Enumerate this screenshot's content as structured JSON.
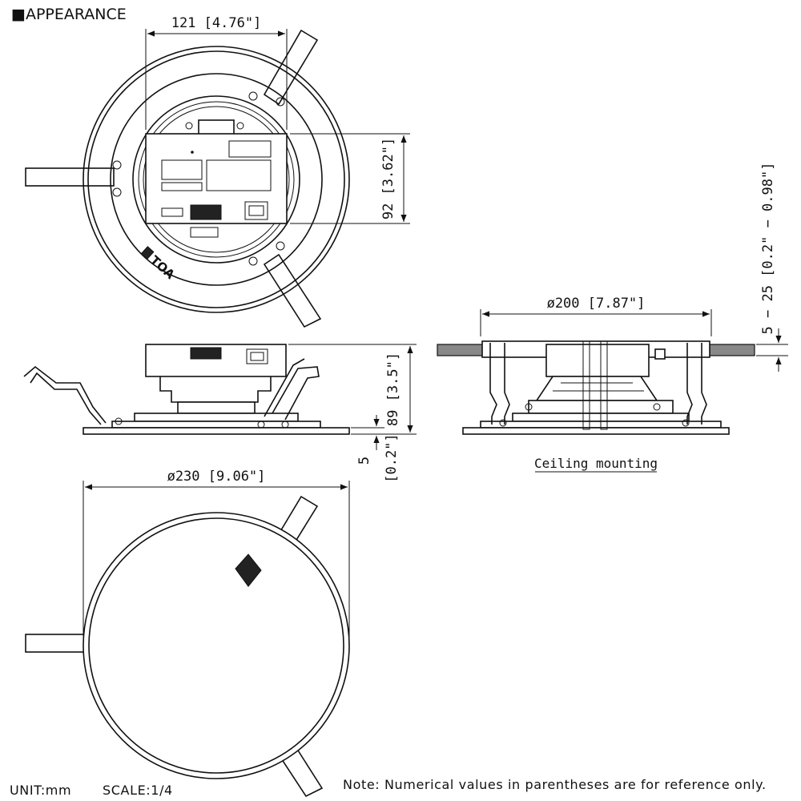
{
  "title": "■APPEARANCE",
  "dimensions": {
    "top_width": "121 [4.76\"]",
    "top_height": "92 [3.62\"]",
    "side_height": "89 [3.5\"]",
    "flange_mm": "5",
    "flange_in": "[0.2\"]",
    "bottom_diameter": "ø230 [9.06\"]",
    "ceiling_diameter": "ø200 [7.87\"]",
    "ceiling_thickness": "5 − 25 [0.2\" − 0.98\"]"
  },
  "labels": {
    "ceiling_mounting": "Ceiling mounting",
    "brand": "TOA"
  },
  "footer": {
    "unit": "UNIT:mm",
    "scale": "SCALE:1/4",
    "note": "Note: Numerical values in parentheses are for reference only."
  }
}
